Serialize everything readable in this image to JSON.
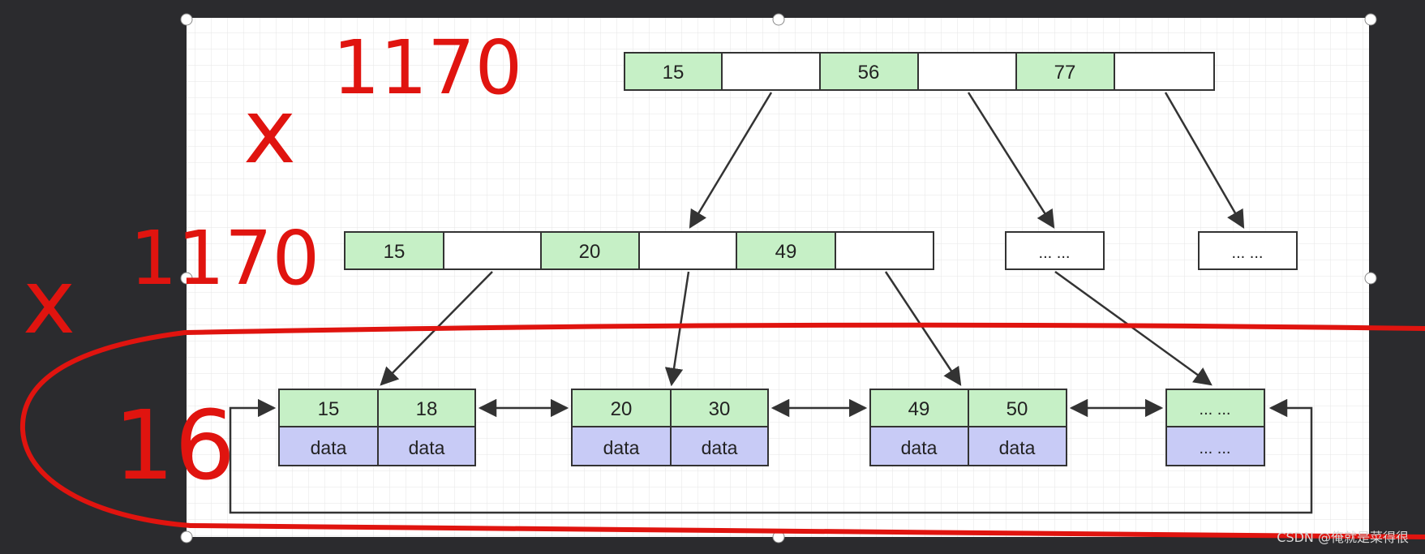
{
  "root_node": {
    "keys": [
      "15",
      "56",
      "77"
    ]
  },
  "middle_nodes": [
    {
      "keys": [
        "15",
        "20",
        "49"
      ]
    },
    {
      "label": "... ..."
    },
    {
      "label": "... ..."
    }
  ],
  "leaf_nodes": [
    {
      "keys": [
        "15",
        "18"
      ],
      "data": [
        "data",
        "data"
      ]
    },
    {
      "keys": [
        "20",
        "30"
      ],
      "data": [
        "data",
        "data"
      ]
    },
    {
      "keys": [
        "49",
        "50"
      ],
      "data": [
        "data",
        "data"
      ]
    },
    {
      "keys": [
        "... ..."
      ],
      "data": [
        "... ..."
      ]
    }
  ],
  "annotations": {
    "top_multiplier": "x",
    "top_value": "1170",
    "mid_multiplier": "x",
    "mid_value": "1170",
    "leaf_value": "16"
  },
  "watermark": "CSDN @俺就是菜得很",
  "colors": {
    "key_fill": "#c6f0c6",
    "data_fill": "#c8cbf6",
    "ink": "#e0140f"
  }
}
